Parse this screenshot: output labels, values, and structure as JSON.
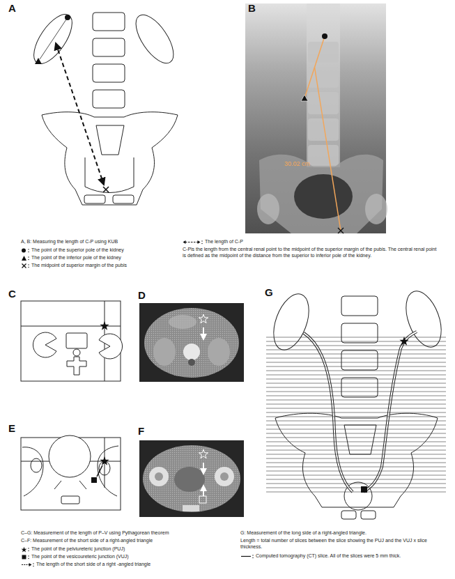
{
  "diagram": {
    "labels": [
      "A",
      "B",
      "30.02 cm",
      "A, B: Measuring the length of C-P using KUB",
      "C-Pis the length from the central renal point to the midpoint of the superior margin of the pubis. The central renal point is defined as the midpoint of the distance from the superior to inferior pole of the kidney.",
      "C",
      "D",
      "E",
      "F",
      "G",
      "C–G: Measurement of the length of P–V using Pythagorean theorem",
      "C–F: Measurement of the short side of a right-angled triangle",
      "G: Measurement of the long side of a right-angled triangle.",
      "Length = total number of slices between the slice showing the PUJ and the VUJ x slice thickness."
    ],
    "legend": [
      {
        "text": "The point of the superior pole of the kidney"
      },
      {
        "text": "The point of the inferior pole of the kidney"
      },
      {
        "text": "The midpoint of superior margin of the pubis"
      },
      {
        "text": "The length of C-P"
      },
      {
        "text": "The point of the pelviureteric junction (PUJ)"
      },
      {
        "text": "The point of the vesicoureteric junction (VUJ)"
      },
      {
        "text": "The length of the short side of a right -angled triangle"
      },
      {
        "text": "Computed tomography (CT) slice. All of the slices were 5 mm thick."
      }
    ]
  }
}
